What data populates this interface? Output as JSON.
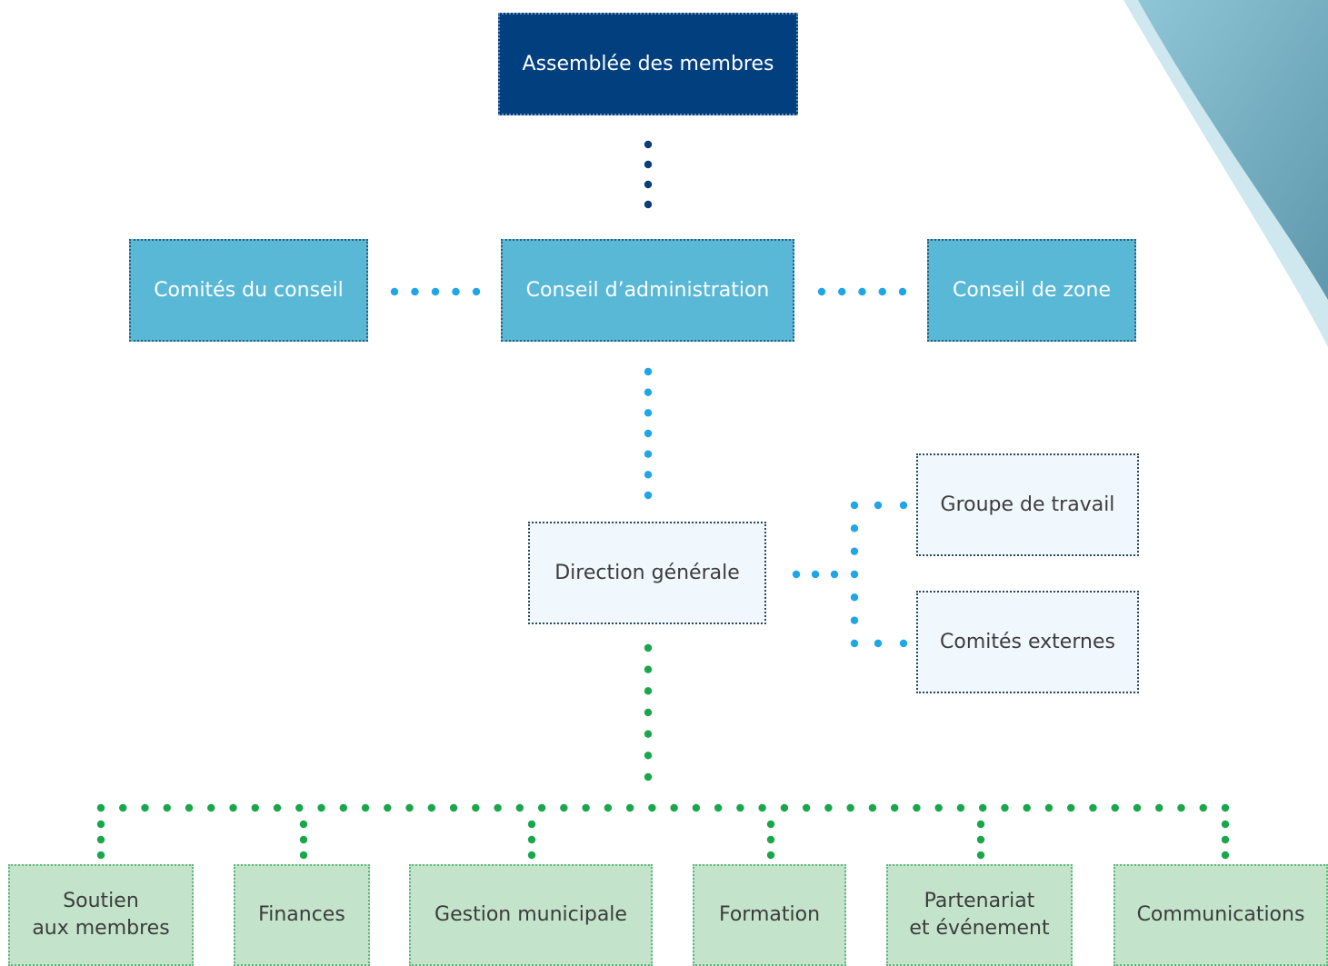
{
  "colors": {
    "top_box": "#023f7f",
    "board_box": "#59b8d6",
    "direction_box": "#f1f8fd",
    "department_box": "#c3e4cb",
    "dots_navy": "#0b3d7a",
    "dots_cyan": "#1ea6e6",
    "dots_green": "#1aa64b",
    "corner_wave": "#7fb6c8"
  },
  "top": {
    "label": "Assemblée des membres"
  },
  "board_row": {
    "left": {
      "label": "Comités du conseil"
    },
    "center": {
      "label": "Conseil d’administration"
    },
    "right": {
      "label": "Conseil de zone"
    }
  },
  "direction": {
    "label": "Direction générale",
    "side_groups": [
      {
        "label": "Groupe de travail"
      },
      {
        "label": "Comités externes"
      }
    ]
  },
  "departments": [
    {
      "label": "Soutien\naux membres"
    },
    {
      "label": "Finances"
    },
    {
      "label": "Gestion municipale"
    },
    {
      "label": "Formation"
    },
    {
      "label": "Partenariat\net événement"
    },
    {
      "label": "Communications"
    }
  ]
}
